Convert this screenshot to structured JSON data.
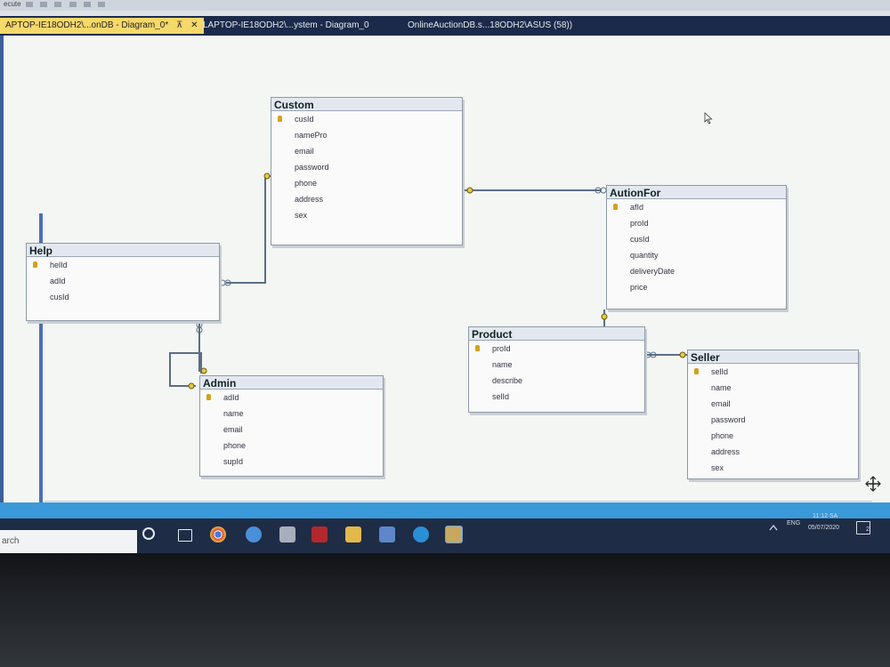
{
  "toolbar": {
    "label": "ecute"
  },
  "tabs": [
    {
      "label": "APTOP-IE18ODH2\\...onDB - Diagram_0*",
      "pin": "⊼",
      "close": "✕"
    },
    {
      "label": "LAPTOP-IE18ODH2\\...ystem - Diagram_0"
    },
    {
      "label": "OnlineAuctionDB.s...18ODH2\\ASUS (58))"
    }
  ],
  "tables": {
    "custom": {
      "title": "Custom",
      "columns": [
        "cusId",
        "namePro",
        "email",
        "password",
        "phone",
        "address",
        "sex"
      ],
      "keys": [
        0
      ]
    },
    "autionfor": {
      "title": "AutionFor",
      "columns": [
        "afId",
        "proId",
        "cusId",
        "quantity",
        "deliveryDate",
        "price"
      ],
      "keys": [
        0
      ]
    },
    "help": {
      "title": "Help",
      "columns": [
        "helId",
        "adId",
        "cusId"
      ],
      "keys": [
        0
      ]
    },
    "admin": {
      "title": "Admin",
      "columns": [
        "adId",
        "name",
        "email",
        "phone",
        "supId"
      ],
      "keys": [
        0
      ]
    },
    "product": {
      "title": "Product",
      "columns": [
        "proId",
        "name",
        "describe",
        "selId"
      ],
      "keys": [
        0
      ]
    },
    "seller": {
      "title": "Seller",
      "columns": [
        "selId",
        "name",
        "email",
        "password",
        "phone",
        "address",
        "sex"
      ],
      "keys": [
        0
      ]
    }
  },
  "taskbar": {
    "search_placeholder": "arch",
    "language": "ENG",
    "time": "11:12 SA",
    "date": "05/07/2020",
    "notification_count": "2"
  },
  "icons": [
    "circle-icon",
    "task-view-icon",
    "chrome-icon",
    "browser-icon",
    "store-icon",
    "app-icon",
    "folder-icon",
    "calculator-icon",
    "edge-icon",
    "sql-icon",
    "notification-icon"
  ],
  "colors": {
    "tab_active": "#f6d86b",
    "tab_bar": "#1b2a4a",
    "key": "#d4a11e",
    "taskbar": "#1f2c45"
  }
}
